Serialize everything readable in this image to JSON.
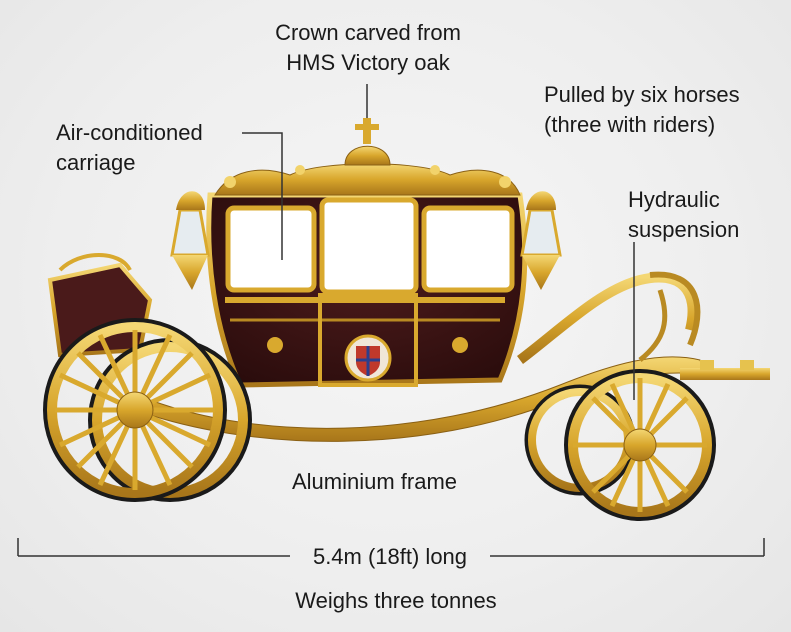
{
  "labels": {
    "crown": {
      "line1": "Crown carved from",
      "line2": "HMS Victory oak"
    },
    "air": {
      "line1": "Air-conditioned",
      "line2": "carriage"
    },
    "horses": {
      "line1": "Pulled by six horses",
      "line2": "(three with riders)"
    },
    "hydraulic": {
      "line1": "Hydraulic",
      "line2": "suspension"
    },
    "frame": "Aluminium frame",
    "length": "5.4m (18ft) long",
    "weight": "Weighs three tonnes"
  },
  "colors": {
    "gold": "#d9a92e",
    "gold_light": "#f2d36b",
    "body": "#3a1414",
    "window": "#ffffff",
    "line": "#333333"
  }
}
